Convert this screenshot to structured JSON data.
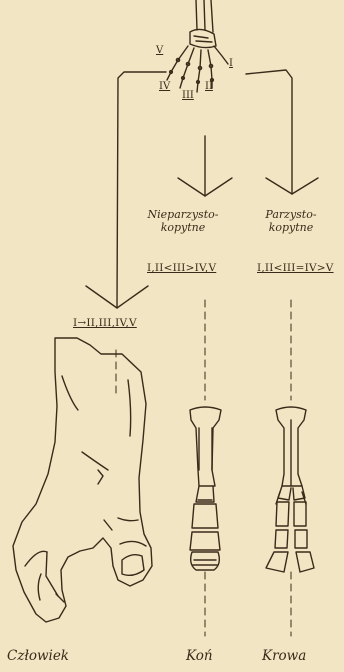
{
  "colors": {
    "paper": "#f1e5c3",
    "ink": "#3a2a1a"
  },
  "ancestor_hand_digits": [
    "V",
    "IV",
    "III",
    "II",
    "I"
  ],
  "groups": [
    {
      "name_line1": "Nieparzysto-",
      "name_line2": "kopytne",
      "formula": "I,II<III>IV,V"
    },
    {
      "name_line1": "Parzysto-",
      "name_line2": "kopytne",
      "formula": "I,II<III=IV>V"
    }
  ],
  "human_formula": "I→II,III,IV,V",
  "captions": {
    "human": "Człowiek",
    "horse": "Koń",
    "cow": "Krowa"
  }
}
